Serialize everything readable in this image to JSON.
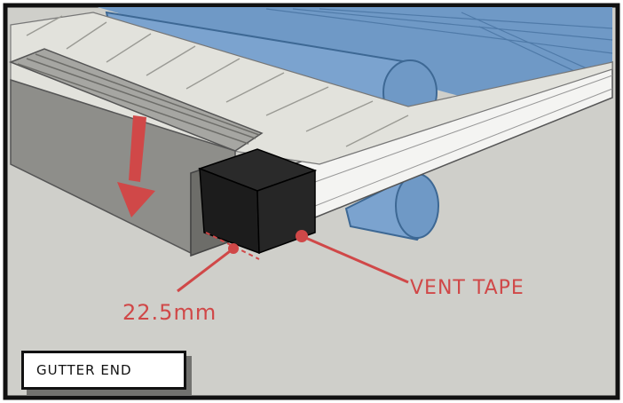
{
  "labels": {
    "measurement": "22.5mm",
    "vent_tape": "VENT TAPE",
    "title_box": "GUTTER END"
  },
  "colors": {
    "frame": "#111111",
    "background": "#cfcfca",
    "sheet_top": "#e2e2dc",
    "sheet_ribs": "#9a9a94",
    "blue_roof": "#6f99c6",
    "blue_roof_dark": "#4f7aa8",
    "gutter_grey": "#8e8e8a",
    "gutter_dark": "#6d6d69",
    "end_cap": "#1c1c1c",
    "white_rail": "#f4f4f2",
    "accent_red": "#d04848"
  },
  "icons": {
    "arrow": "arrow-down-icon"
  }
}
